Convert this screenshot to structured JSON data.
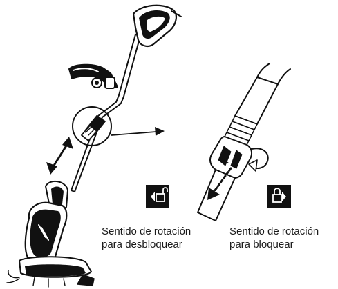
{
  "captions": {
    "unlock": {
      "line1": "Sentido de rotación",
      "line2": "para desbloquear"
    },
    "lock": {
      "line1": "Sentido de rotación",
      "line2": "para bloquear"
    }
  },
  "icons": {
    "unlock": "unlock-icon",
    "lock": "lock-icon"
  },
  "colors": {
    "ink": "#111111",
    "paper": "#ffffff"
  }
}
